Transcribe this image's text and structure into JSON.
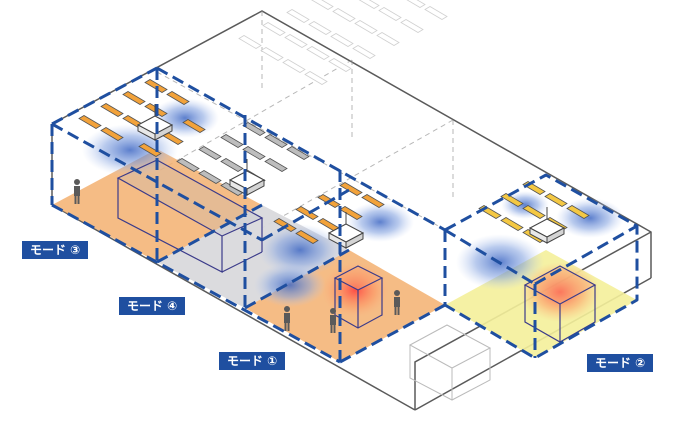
{
  "labels": {
    "mode3": "モード ③",
    "mode4": "モード ④",
    "mode1": "モード ①",
    "mode2": "モード ②"
  },
  "colors": {
    "zone_orange": "#f3b070",
    "zone_gray": "#d9d9dc",
    "zone_yellow": "#f4ef9a",
    "dash_blue": "#1f4fa0",
    "outline_gray": "#555555",
    "light_on": "#f2a23a",
    "light_warm": "#f4c843",
    "light_off": "#bdbdbd",
    "label_bg": "#1f4fa0",
    "airflow_blue": "#5b7fd0",
    "heat_red": "#ff5a4a"
  }
}
